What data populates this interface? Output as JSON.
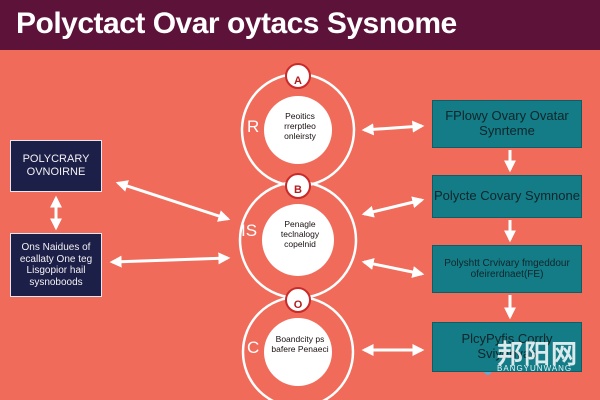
{
  "header": {
    "title": "Polyctact Ovar oytacs Sysnome"
  },
  "left_boxes": [
    {
      "label": "POLYCRARY OVNOIRNE"
    },
    {
      "label": "Ons Naidues of ecallaty One teg Lisgopior hail sysnoboods"
    }
  ],
  "right_boxes": [
    {
      "label": "FPlowy Ovary Ovatar Synrteme"
    },
    {
      "label": "Polycte Covary Symnone"
    },
    {
      "label": "Polyshtt Crvivary fmgeddour ofeirerdnaet(FE)"
    },
    {
      "label": "PlcyPyfis Corrly Sviyenvas"
    }
  ],
  "circles": [
    {
      "letter": "R",
      "badge": "A",
      "text": "Peoitics rrerptleo onleirsty"
    },
    {
      "letter": "IS",
      "badge": "B",
      "text": "Penagle teclnalogy copelnid"
    },
    {
      "letter": "C",
      "badge": "O",
      "text": "Boandcity ps bafere Penaeci"
    }
  ],
  "watermark": {
    "main": "邦阳网",
    "sub": "BANGYUNWANG"
  },
  "colors": {
    "background": "#f06b5a",
    "banner": "#5c1239",
    "navy": "#1c1f47",
    "teal": "#137c86",
    "arrow": "#ffffff"
  }
}
